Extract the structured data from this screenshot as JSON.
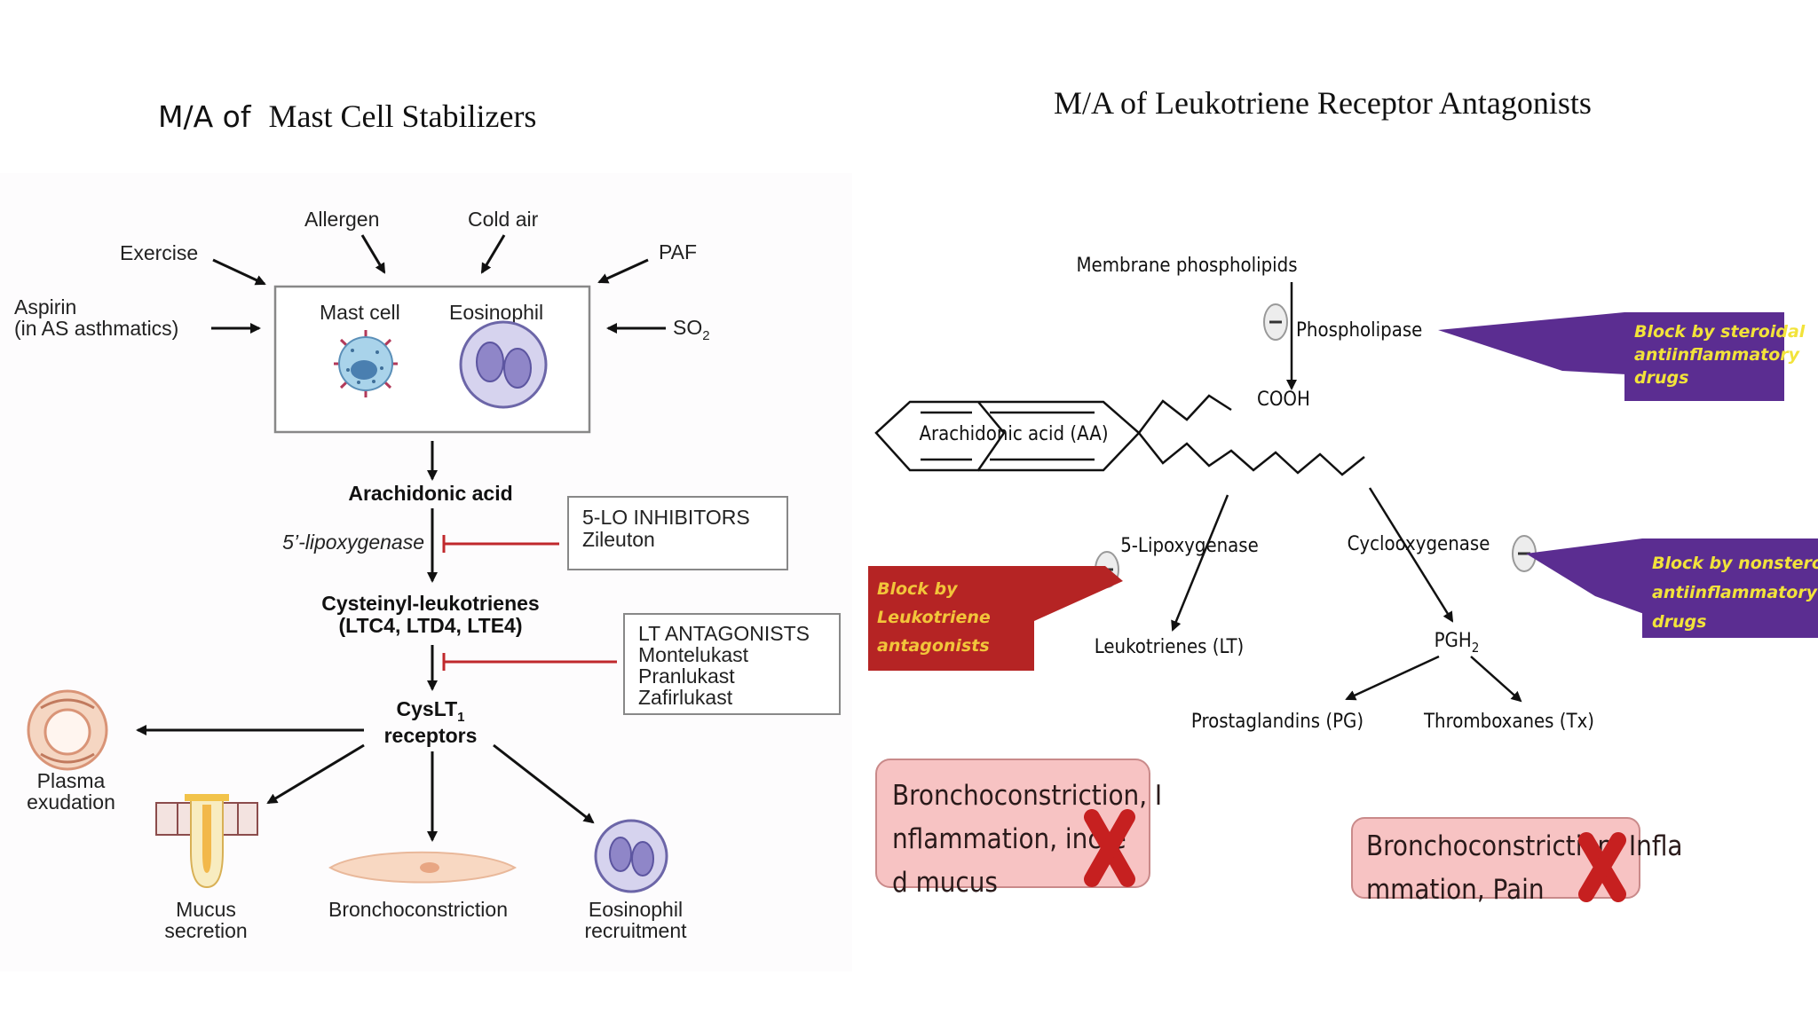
{
  "titles": {
    "left_abbr": "M/A of",
    "left_rest": "Mast Cell Stabilizers",
    "right": "M/A of Leukotriene Receptor Antagonists"
  },
  "left": {
    "triggers": {
      "exercise": "Exercise",
      "allergen": "Allergen",
      "cold_air": "Cold air",
      "paf": "PAF",
      "aspirin_line1": "Aspirin",
      "aspirin_line2": "(in AS asthmatics)",
      "so2": "SO",
      "so2_sub": "2"
    },
    "cells": {
      "mast_cell": "Mast cell",
      "eosinophil": "Eosinophil"
    },
    "arachidonic_acid": "Arachidonic acid",
    "lipoxygenase": "5’-lipoxygenase",
    "inhibitors": {
      "heading": "5-LO INHIBITORS",
      "drug": "Zileuton"
    },
    "cysteinyl_line1": "Cysteinyl-leukotrienes",
    "cysteinyl_line2": "(LTC4, LTD4, LTE4)",
    "antagonists": {
      "heading": "LT ANTAGONISTS",
      "drugs": [
        "Montelukast",
        "Pranlukast",
        "Zafirlukast"
      ]
    },
    "receptor_line1": "CysLT",
    "receptor_sub": "1",
    "receptor_line2": "receptors",
    "outcomes": {
      "plasma_line1": "Plasma",
      "plasma_line2": "exudation",
      "mucus_line1": "Mucus",
      "mucus_line2": "secretion",
      "broncho": "Bronchoconstriction",
      "eos_line1": "Eosinophil",
      "eos_line2": "recruitment"
    }
  },
  "right": {
    "membrane": "Membrane phospholipids",
    "phospholipase": "Phospholipase",
    "cooh": "COOH",
    "arachidonic": "Arachidonic acid (AA)",
    "lipoxygenase": "5-Lipoxygenase",
    "cyclooxygenase": "Cyclooxygenase",
    "leukotrienes": "Leukotrienes (LT)",
    "pgh2": "PGH",
    "pgh2_sub": "2",
    "prostaglandins": "Prostaglandins (PG)",
    "thromboxanes": "Thromboxanes (Tx)",
    "callouts": {
      "steroidal": [
        "Block by steroidal",
        "antiinflammatory",
        "drugs"
      ],
      "nonsteroidal": [
        "Block by nonsteroidal",
        "antiinflammatory",
        "drugs"
      ],
      "leukotriene": [
        "Block by",
        "Leukotriene",
        "antagonists"
      ]
    },
    "effects": {
      "left": [
        "Bronchoconstriction, I",
        "nflammation, incre",
        "d mucus"
      ],
      "right": [
        "Bronchoconstriction, Infla",
        "mmation, Pain"
      ]
    }
  },
  "colors": {
    "purple_callout": "#5b2d91",
    "red_callout": "#b52424",
    "callout_text": "#f2e33a",
    "effect_box": "#f7c3c3",
    "inhibit_bar": "#c0282c",
    "cross": "#c62020"
  }
}
